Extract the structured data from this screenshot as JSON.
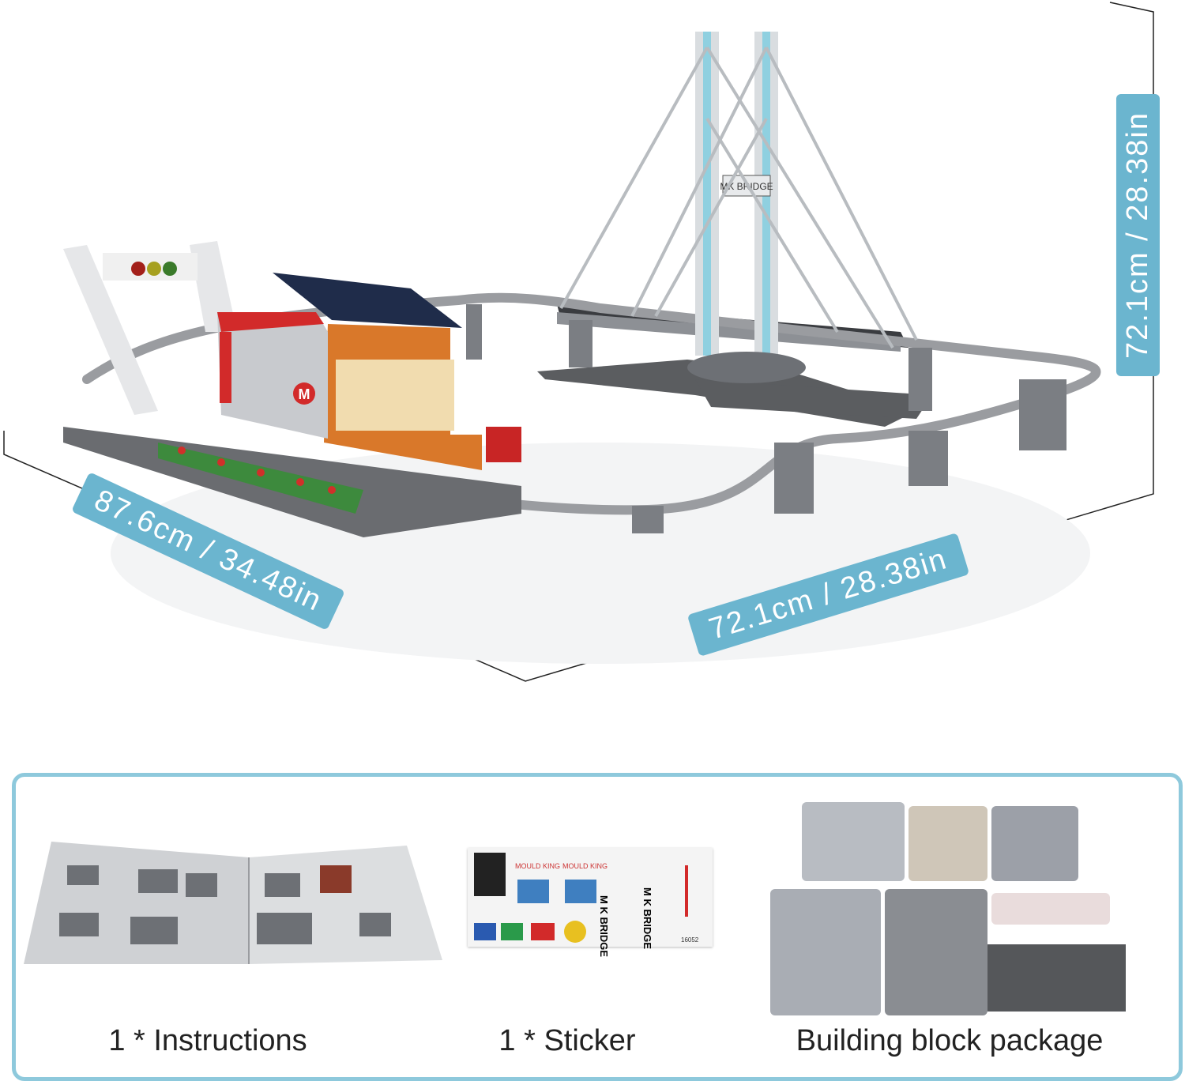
{
  "dimensions": {
    "length": "87.6cm / 34.48in",
    "width": "72.1cm / 28.38in",
    "height": "72.1cm / 28.38in"
  },
  "model": {
    "bridge_sign": "MK BRIDGE",
    "station_logo": "M"
  },
  "package_contents": [
    {
      "caption": "1 * Instructions"
    },
    {
      "caption": "1 * Sticker"
    },
    {
      "caption": "Building block package"
    }
  ],
  "sticker_sheet": {
    "brand_text": "MOULD KING",
    "bridge_text": "M K BRIDGE",
    "code": "16052"
  },
  "colors": {
    "accent": "#6bb5cf",
    "frame": "#8ec9dc"
  }
}
